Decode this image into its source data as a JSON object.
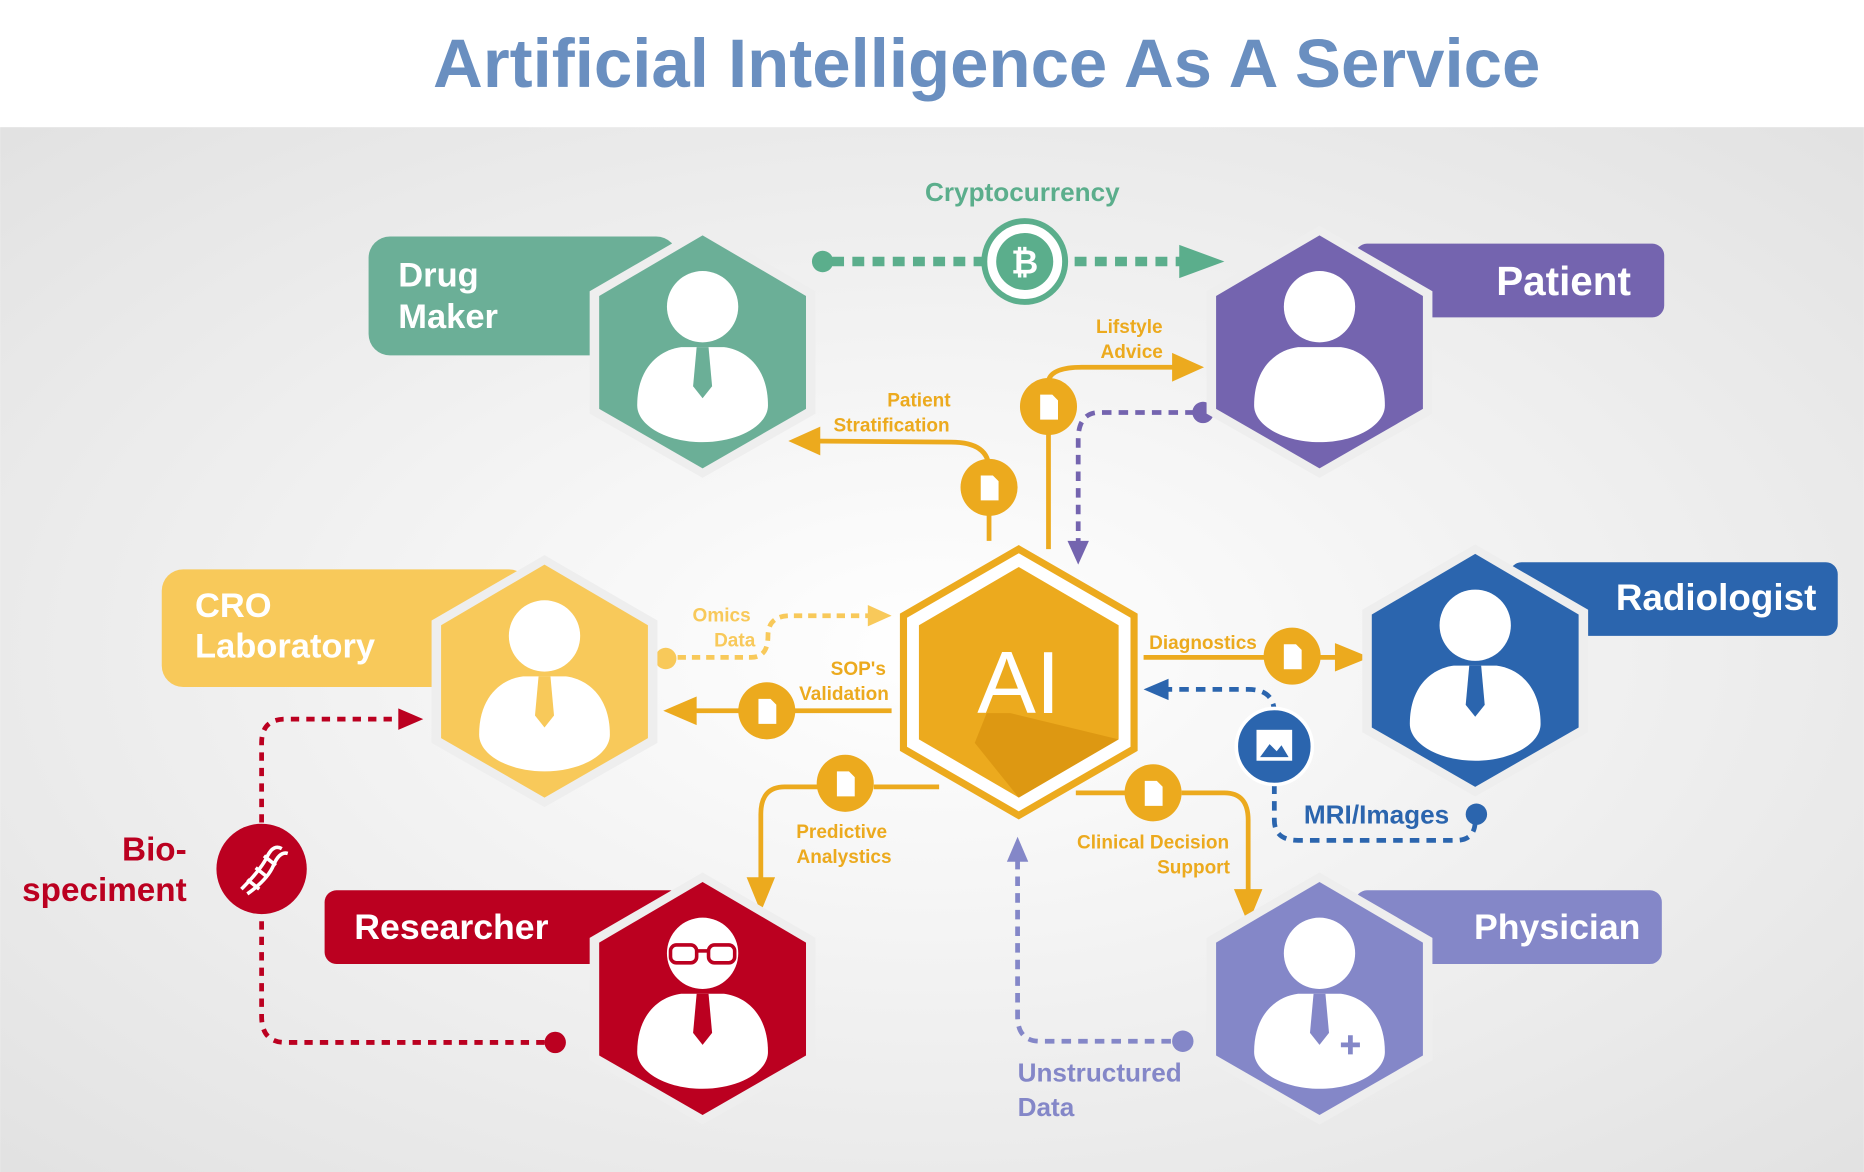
{
  "title": "Artificial Intelligence As A Service",
  "colors": {
    "title": "#6A8FC0",
    "drug_maker": "#6BAF97",
    "patient": "#7464AF",
    "cro": "#F8C95A",
    "radiologist": "#2B65AE",
    "researcher": "#BB0020",
    "physician": "#8487C8",
    "ai": "#ECAA1E",
    "crypto": "#5BAE8C"
  },
  "center": {
    "label": "AI"
  },
  "actors": {
    "drug_maker": [
      "Drug",
      "Maker"
    ],
    "patient": "Patient",
    "cro": [
      "CRO",
      "Laboratory"
    ],
    "radiologist": "Radiologist",
    "researcher": "Researcher",
    "physician": "Physician"
  },
  "flows": {
    "cryptocurrency": "Cryptocurrency",
    "lifestyle": [
      "Lifstyle",
      "Advice"
    ],
    "stratification": [
      "Patient",
      "Stratification"
    ],
    "omics": [
      "Omics",
      "Data"
    ],
    "sop": [
      "SOP's",
      "Validation"
    ],
    "diagnostics": "Diagnostics",
    "mri": "MRI/Images",
    "predictive": [
      "Predictive",
      "Analystics"
    ],
    "clinical": [
      "Clinical Decision",
      "Support"
    ],
    "unstructured": [
      "Unstructured",
      "Data"
    ],
    "biospeciment": [
      "Bio-",
      "speciment"
    ]
  }
}
